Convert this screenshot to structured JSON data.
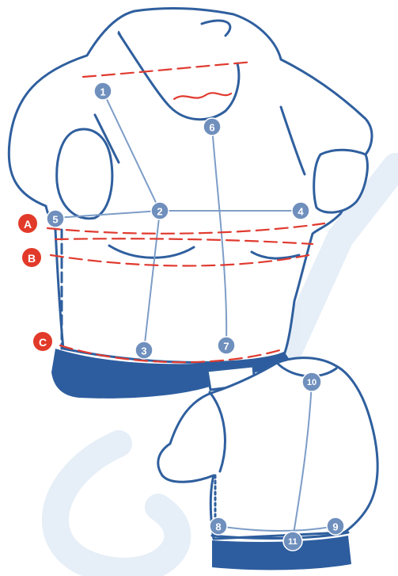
{
  "colors": {
    "outline": "#2f5f9e",
    "band": "#2d5d9f",
    "guide": "#7d9dc7",
    "marker_fill": "#6f8fbd",
    "marker_text": "#ffffff",
    "measure_line": "#e03a2f",
    "letter_fill": "#e23a2a",
    "letter_text": "#ffffff",
    "watermark": "#e3ecf6"
  },
  "points": {
    "p1": "1",
    "p2": "2",
    "p3": "3",
    "p4": "4",
    "p5": "5",
    "p6": "6",
    "p7": "7",
    "p8": "8",
    "p9": "9",
    "p10": "10",
    "p11": "11"
  },
  "lines": {
    "a": "A",
    "b": "B",
    "c": "C"
  }
}
